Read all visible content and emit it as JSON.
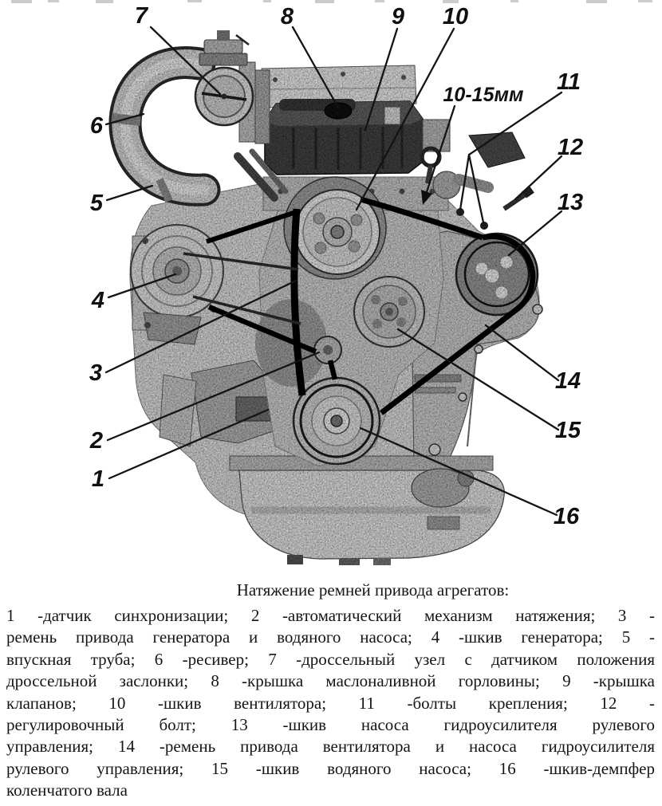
{
  "figure": {
    "measurement_label": "10-15мм",
    "callouts": [
      {
        "label": "1",
        "part": "датчик синхронизации"
      },
      {
        "label": "2",
        "part": "автоматический механизм натяжения"
      },
      {
        "label": "3",
        "part": "ремень привода генератора и водяного насоса"
      },
      {
        "label": "4",
        "part": "шкив генератора"
      },
      {
        "label": "5",
        "part": "впускная труба"
      },
      {
        "label": "6",
        "part": "ресивер"
      },
      {
        "label": "7",
        "part": "дроссельный узел с датчиком положения дроссельной заслонки"
      },
      {
        "label": "8",
        "part": "крышка маслоналивной горловины"
      },
      {
        "label": "9",
        "part": "крышка клапанов"
      },
      {
        "label": "10",
        "part": "шкив вентилятора"
      },
      {
        "label": "11",
        "part": "болты крепления"
      },
      {
        "label": "12",
        "part": "регулировочный болт"
      },
      {
        "label": "13",
        "part": "шкив насоса гидроусилителя рулевого управления"
      },
      {
        "label": "14",
        "part": "ремень привода вентилятора и насоса гидроусилителя рулевого управления"
      },
      {
        "label": "15",
        "part": "шкив водяного насоса"
      },
      {
        "label": "16",
        "part": "шкив-демпфер коленчатого вала"
      }
    ]
  },
  "caption": "Натяжение ремней привода агрегатов:",
  "legend": {
    "lines": [
      "1 -датчик синхронизации; 2 -автоматический механизм натяжения; 3 -",
      "ремень привода генератора и водяного насоса; 4 -шкив генератора; 5 -",
      "впускная труба; 6 -ресивер; 7 -дроссельный узел с датчиком положения",
      "дроссельной заслонки; 8 -крышка маслоналивной горловины; 9 -крышка",
      "клапанов; 10 -шкив вентилятора; 11 -болты крепления; 12 -",
      "регулировочный болт; 13 -шкив насоса гидроусилителя рулевого",
      "управления; 14 -ремень привода вентилятора и насоса гидроусилителя",
      "рулевого управления; 15 -шкив водяного насоса; 16 -шкив-демпфер",
      "коленчатого вала"
    ]
  },
  "colors": {
    "paper": "#ffffff",
    "ink": "#111111",
    "belt": "#0e0e0e"
  }
}
